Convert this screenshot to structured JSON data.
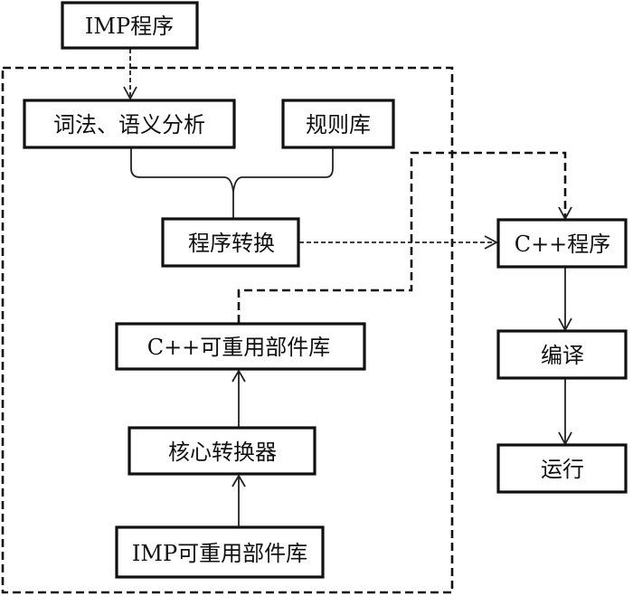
{
  "diagram": {
    "nodes": [
      {
        "id": "imp_program",
        "label": "IMP程序"
      },
      {
        "id": "lexical_semantic_analysis",
        "label": "词法、语义分析"
      },
      {
        "id": "rule_base",
        "label": "规则库"
      },
      {
        "id": "program_conversion",
        "label": "程序转换"
      },
      {
        "id": "cpp_reusable_library",
        "label": "C++可重用部件库"
      },
      {
        "id": "core_converter",
        "label": "核心转换器"
      },
      {
        "id": "imp_reusable_library",
        "label": "IMP可重用部件库"
      },
      {
        "id": "cpp_program",
        "label": "C++程序"
      },
      {
        "id": "compile",
        "label": "编译"
      },
      {
        "id": "run",
        "label": "运行"
      }
    ],
    "edges": [
      {
        "from": "imp_program",
        "to": "lexical_semantic_analysis",
        "style": "dashed",
        "arrow": true
      },
      {
        "from": "lexical_semantic_analysis",
        "to": "program_conversion",
        "style": "solid-brace",
        "arrow": false
      },
      {
        "from": "rule_base",
        "to": "program_conversion",
        "style": "solid-brace",
        "arrow": false
      },
      {
        "from": "program_conversion",
        "to": "cpp_program",
        "style": "dashed",
        "arrow": true
      },
      {
        "from": "cpp_reusable_library",
        "to": "cpp_program",
        "style": "dashed-bold",
        "arrow": true
      },
      {
        "from": "imp_reusable_library",
        "to": "core_converter",
        "style": "solid",
        "arrow": true
      },
      {
        "from": "core_converter",
        "to": "cpp_reusable_library",
        "style": "solid",
        "arrow": true
      },
      {
        "from": "cpp_program",
        "to": "compile",
        "style": "solid",
        "arrow": true
      },
      {
        "from": "compile",
        "to": "run",
        "style": "solid",
        "arrow": true
      }
    ],
    "groups": [
      {
        "id": "translator_system",
        "style": "dashed",
        "members": [
          "lexical_semantic_analysis",
          "rule_base",
          "program_conversion",
          "cpp_reusable_library",
          "core_converter",
          "imp_reusable_library"
        ]
      }
    ]
  }
}
